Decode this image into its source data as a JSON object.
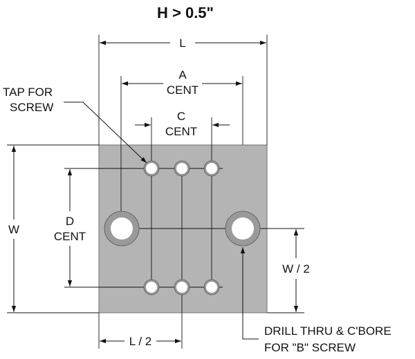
{
  "title": "H > 0.5\"",
  "labels": {
    "L": "L",
    "A_line1": "A",
    "A_line2": "CENT",
    "C_line1": "C",
    "C_line2": "CENT",
    "D_line1": "D",
    "D_line2": "CENT",
    "W": "W",
    "W_half": "W / 2",
    "L_half": "L / 2",
    "tap_line1": "TAP FOR",
    "tap_line2": "SCREW",
    "drill_line1": "DRILL THRU & C'BORE",
    "drill_line2": "FOR \"B\" SCREW"
  },
  "colors": {
    "plate": "#b4b4b4",
    "plate_edge": "#6f6f6f",
    "hole": "#ffffff",
    "counterbore": "#9a9a9a",
    "ink": "#111111"
  }
}
